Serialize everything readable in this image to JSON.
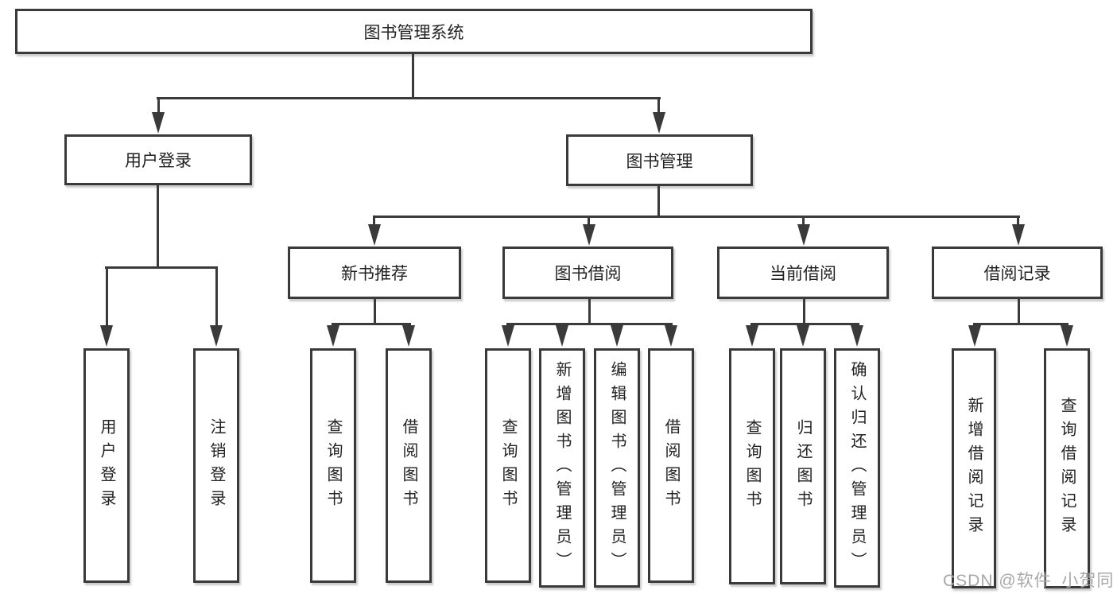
{
  "diagram_type": "hierarchy-tree",
  "colors": {
    "line": "#3a3a3a",
    "text": "#222222",
    "background": "#ffffff",
    "watermark": "#a8a8a8"
  },
  "tree": {
    "root": {
      "label": "图书管理系统"
    },
    "branches": [
      {
        "label": "用户登录",
        "children": [
          {
            "label": "用户登录"
          },
          {
            "label": "注销登录"
          }
        ]
      },
      {
        "label": "图书管理",
        "children": [
          {
            "label": "新书推荐",
            "children": [
              {
                "label": "查询图书"
              },
              {
                "label": "借阅图书"
              }
            ]
          },
          {
            "label": "图书借阅",
            "children": [
              {
                "label": "查询图书"
              },
              {
                "label": "新增图书（管理员）"
              },
              {
                "label": "编辑图书（管理员）"
              },
              {
                "label": "借阅图书"
              }
            ]
          },
          {
            "label": "当前借阅",
            "children": [
              {
                "label": "查询图书"
              },
              {
                "label": "归还图书"
              },
              {
                "label": "确认归还（管理员）"
              }
            ]
          },
          {
            "label": "借阅记录",
            "children": [
              {
                "label": "新增借阅记录"
              },
              {
                "label": "查询借阅记录"
              }
            ]
          }
        ]
      }
    ]
  },
  "watermark": {
    "text": "CSDN @软件_小贺同学"
  }
}
